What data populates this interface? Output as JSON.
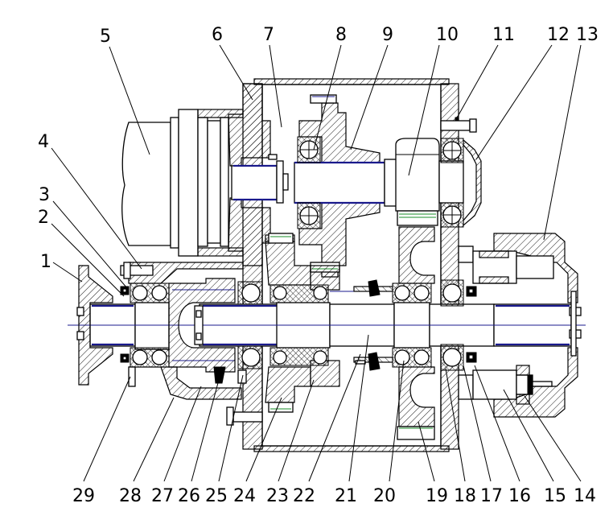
{
  "callouts": {
    "top": [
      "5",
      "6",
      "7",
      "8",
      "9",
      "10",
      "11",
      "12",
      "13"
    ],
    "left": [
      "4",
      "3",
      "2",
      "1"
    ],
    "bottom": [
      "29",
      "28",
      "27",
      "26",
      "25",
      "24",
      "23",
      "22",
      "21",
      "20",
      "19",
      "18",
      "17",
      "16",
      "15",
      "14"
    ]
  }
}
